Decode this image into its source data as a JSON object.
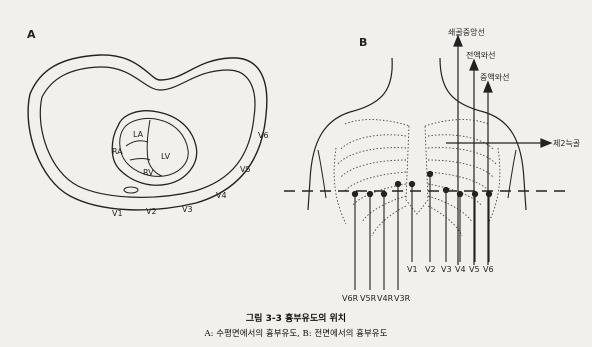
{
  "panel_a": {
    "label": "A",
    "chambers": {
      "la": "LA",
      "ra": "RA",
      "lv": "LV",
      "rv": "RV"
    },
    "leads": [
      "V1",
      "V2",
      "V3",
      "V4",
      "V5",
      "V6"
    ]
  },
  "panel_b": {
    "label": "B",
    "lines": {
      "midclavicular": "쇄골중앙선",
      "anterior_axillary": "전액와선",
      "mid_axillary": "중액와선",
      "second_intercostal": "제2늑골"
    },
    "leads_top": [
      "V1",
      "V2",
      "V3",
      "V4",
      "V5",
      "V6"
    ],
    "leads_right": [
      "V6R",
      "V5R",
      "V4R",
      "V3R"
    ]
  },
  "caption": {
    "title": "그림 3-3  흉부유도의 위치",
    "subtitle": "A: 수평면에서의 흉부유도, B: 전면에서의 흉부유도"
  }
}
